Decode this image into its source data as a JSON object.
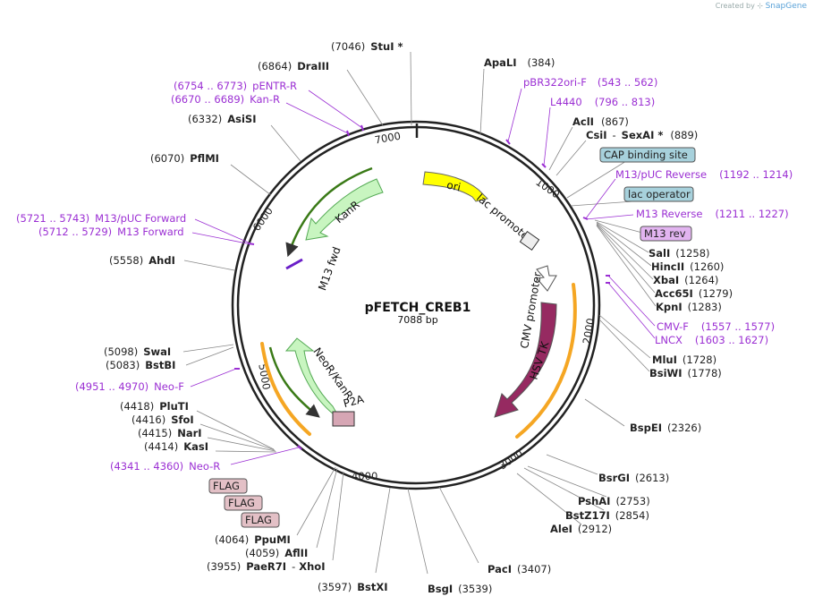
{
  "credit": {
    "prefix": "Created by",
    "brand": "SnapGene"
  },
  "plasmid": {
    "name": "pFETCH_CREB1",
    "length": "7088 bp"
  },
  "ticks": [
    "1000",
    "2000",
    "3000",
    "4000",
    "5000",
    "6000",
    "7000"
  ],
  "sites": [
    {
      "name": "StuI *",
      "pos": "(7046)"
    },
    {
      "name": "DraIII",
      "pos": "(6864)"
    },
    {
      "name": "AsiSI",
      "pos": "(6332)"
    },
    {
      "name": "PflMI",
      "pos": "(6070)"
    },
    {
      "name": "AhdI",
      "pos": "(5558)"
    },
    {
      "name": "SwaI",
      "pos": "(5098)"
    },
    {
      "name": "BstBI",
      "pos": "(5083)"
    },
    {
      "name": "PluTI",
      "pos": "(4418)"
    },
    {
      "name": "SfoI",
      "pos": "(4416)"
    },
    {
      "name": "NarI",
      "pos": "(4415)"
    },
    {
      "name": "KasI",
      "pos": "(4414)"
    },
    {
      "name": "PpuMI",
      "pos": "(4064)"
    },
    {
      "name": "AflII",
      "pos": "(4059)"
    },
    {
      "name": "PaeR7I",
      "pos": "(3955)"
    },
    {
      "name": "XhoI",
      "pos": ""
    },
    {
      "name": "BstXI",
      "pos": "(3597)"
    },
    {
      "name": "BsgI",
      "pos": "(3539)"
    },
    {
      "name": "PacI",
      "pos": "(3407)"
    },
    {
      "name": "AleI",
      "pos": "(2912)"
    },
    {
      "name": "BstZ17I",
      "pos": "(2854)"
    },
    {
      "name": "PshAI",
      "pos": "(2753)"
    },
    {
      "name": "BsrGI",
      "pos": "(2613)"
    },
    {
      "name": "BspEI",
      "pos": "(2326)"
    },
    {
      "name": "BsiWI",
      "pos": "(1778)"
    },
    {
      "name": "MluI",
      "pos": "(1728)"
    },
    {
      "name": "KpnI",
      "pos": "(1283)"
    },
    {
      "name": "Acc65I",
      "pos": "(1279)"
    },
    {
      "name": "XbaI",
      "pos": "(1264)"
    },
    {
      "name": "HincII",
      "pos": "(1260)"
    },
    {
      "name": "SalI",
      "pos": "(1258)"
    },
    {
      "name": "ApaLI",
      "pos": "(384)"
    },
    {
      "name": "AclI",
      "pos": "(867)"
    },
    {
      "name": "CsiI",
      "pos": ""
    },
    {
      "name": "SexAI *",
      "pos": "(889)"
    }
  ],
  "primers": [
    {
      "name": "pENTR-R",
      "range": "(6754 .. 6773)"
    },
    {
      "name": "Kan-R",
      "range": "(6670 .. 6689)"
    },
    {
      "name": "M13/pUC Forward",
      "range": "(5721 .. 5743)"
    },
    {
      "name": "M13 Forward",
      "range": "(5712 .. 5729)"
    },
    {
      "name": "Neo-F",
      "range": "(4951 .. 4970)"
    },
    {
      "name": "Neo-R",
      "range": "(4341 .. 4360)"
    },
    {
      "name": "pBR322ori-F",
      "range": "(543 .. 562)"
    },
    {
      "name": "L4440",
      "range": "(796 .. 813)"
    },
    {
      "name": "M13/pUC Reverse",
      "range": "(1192 .. 1214)"
    },
    {
      "name": "M13 Reverse",
      "range": "(1211 .. 1227)"
    },
    {
      "name": "CMV-F",
      "range": "(1557 .. 1577)"
    },
    {
      "name": "LNCX",
      "range": "(1603 .. 1627)"
    }
  ],
  "boxes": {
    "cap": "CAP binding site",
    "lacop": "lac operator",
    "m13rev": "M13 rev",
    "flag1": "FLAG",
    "flag2": "FLAG",
    "flag3": "FLAG"
  },
  "features": {
    "ori": "ori",
    "lac_promoter": "lac promoter",
    "cmv_promoter": "CMV promoter",
    "hsv_tk": "HSV TK",
    "kanr": "KanR",
    "m13_fwd": "M13 fwd",
    "neor": "NeoR/KanR",
    "p2a": "P2A"
  },
  "colors": {
    "ori": "#ffff00",
    "kanr": "#c8f5c0",
    "hsv_tk": "#962a61",
    "primer": "#9b2fd3",
    "cap_box": "#a7d1dc",
    "m13rev_box": "#e2b4f0",
    "flag_box": "#e3c0c6",
    "orange": "#f5a623"
  }
}
